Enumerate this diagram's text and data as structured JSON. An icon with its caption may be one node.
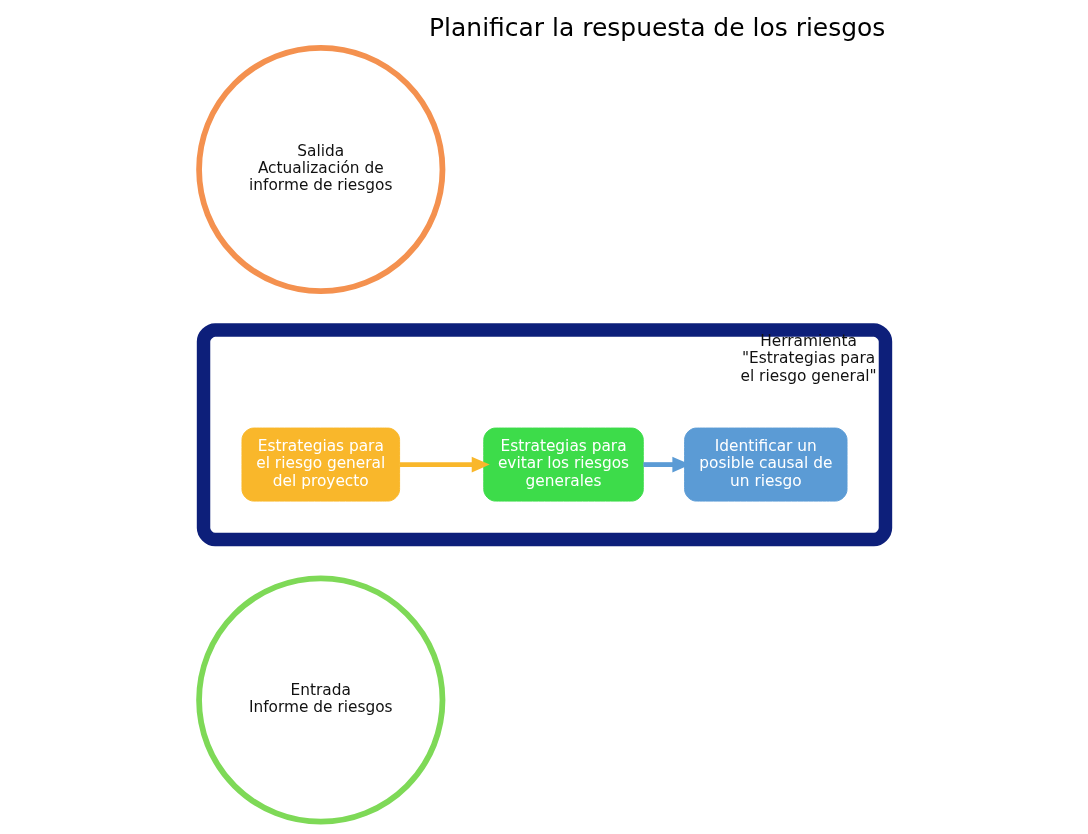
{
  "diagram": {
    "title": "Planificar la respuesta de los riesgos",
    "nodes": [
      {
        "text": [
          "Entrada",
          "Informe de riesgos"
        ]
      },
      {
        "text": [
          "Herramienta",
          "\"Estrategias para el riesgo general\""
        ]
      },
      {
        "text": [
          "Estrategias para el riesgo general del proyecto"
        ],
        "in": 1
      },
      {
        "text": [
          "Estrategias para evitar los riesgos generales"
        ],
        "in": 1
      },
      {
        "text": [
          "Identificar un posible causal de un riesgo"
        ],
        "in": 1
      },
      {
        "text": [
          "Salida",
          "Actualización de informe de riesgos"
        ]
      }
    ],
    "edges": [
      {
        "from": 2,
        "to": 3,
        "arrow": "to",
        "color": "#f9b72b"
      },
      {
        "from": 3,
        "to": 4,
        "arrow": "to",
        "color": "#5b9bd5"
      }
    ]
  }
}
